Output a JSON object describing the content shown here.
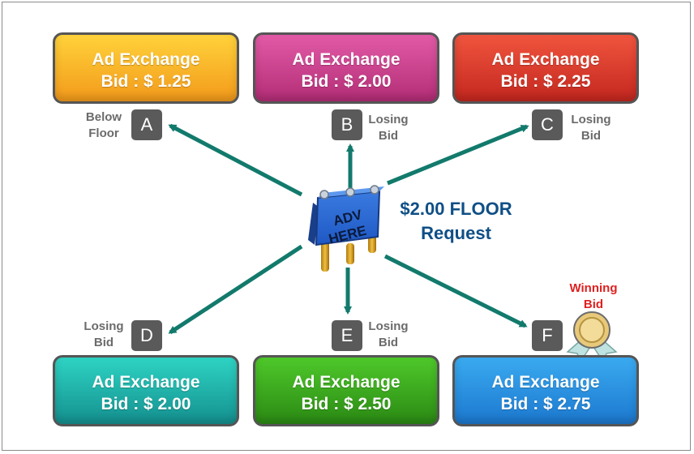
{
  "colors": {
    "box_a": "#f6a623",
    "box_b": "#c63a86",
    "box_c": "#d9362b",
    "box_d": "#1bb0aa",
    "box_e": "#34a11a",
    "box_f": "#1e8fde",
    "arrow": "#127a6c",
    "letter_bg": "#5a5a5a",
    "floor_text": "#0f4f86",
    "winning_text": "#e02020"
  },
  "exchanges": [
    {
      "id": "A",
      "title": "Ad Exchange",
      "bid": "Bid : $ 1.25",
      "status": "Below Floor"
    },
    {
      "id": "B",
      "title": "Ad Exchange",
      "bid": "Bid : $ 2.00",
      "status": "Losing Bid"
    },
    {
      "id": "C",
      "title": "Ad Exchange",
      "bid": "Bid : $ 2.25",
      "status": "Losing Bid"
    },
    {
      "id": "D",
      "title": "Ad Exchange",
      "bid": "Bid : $ 2.00",
      "status": "Losing Bid"
    },
    {
      "id": "E",
      "title": "Ad Exchange",
      "bid": "Bid : $ 2.50",
      "status": "Losing Bid"
    },
    {
      "id": "F",
      "title": "Ad Exchange",
      "bid": "Bid : $ 2.75",
      "status": "Winning Bid"
    }
  ],
  "center": {
    "sign_text": "ADV HERE",
    "floor_line1": "$2.00 FLOOR",
    "floor_line2": "Request"
  }
}
